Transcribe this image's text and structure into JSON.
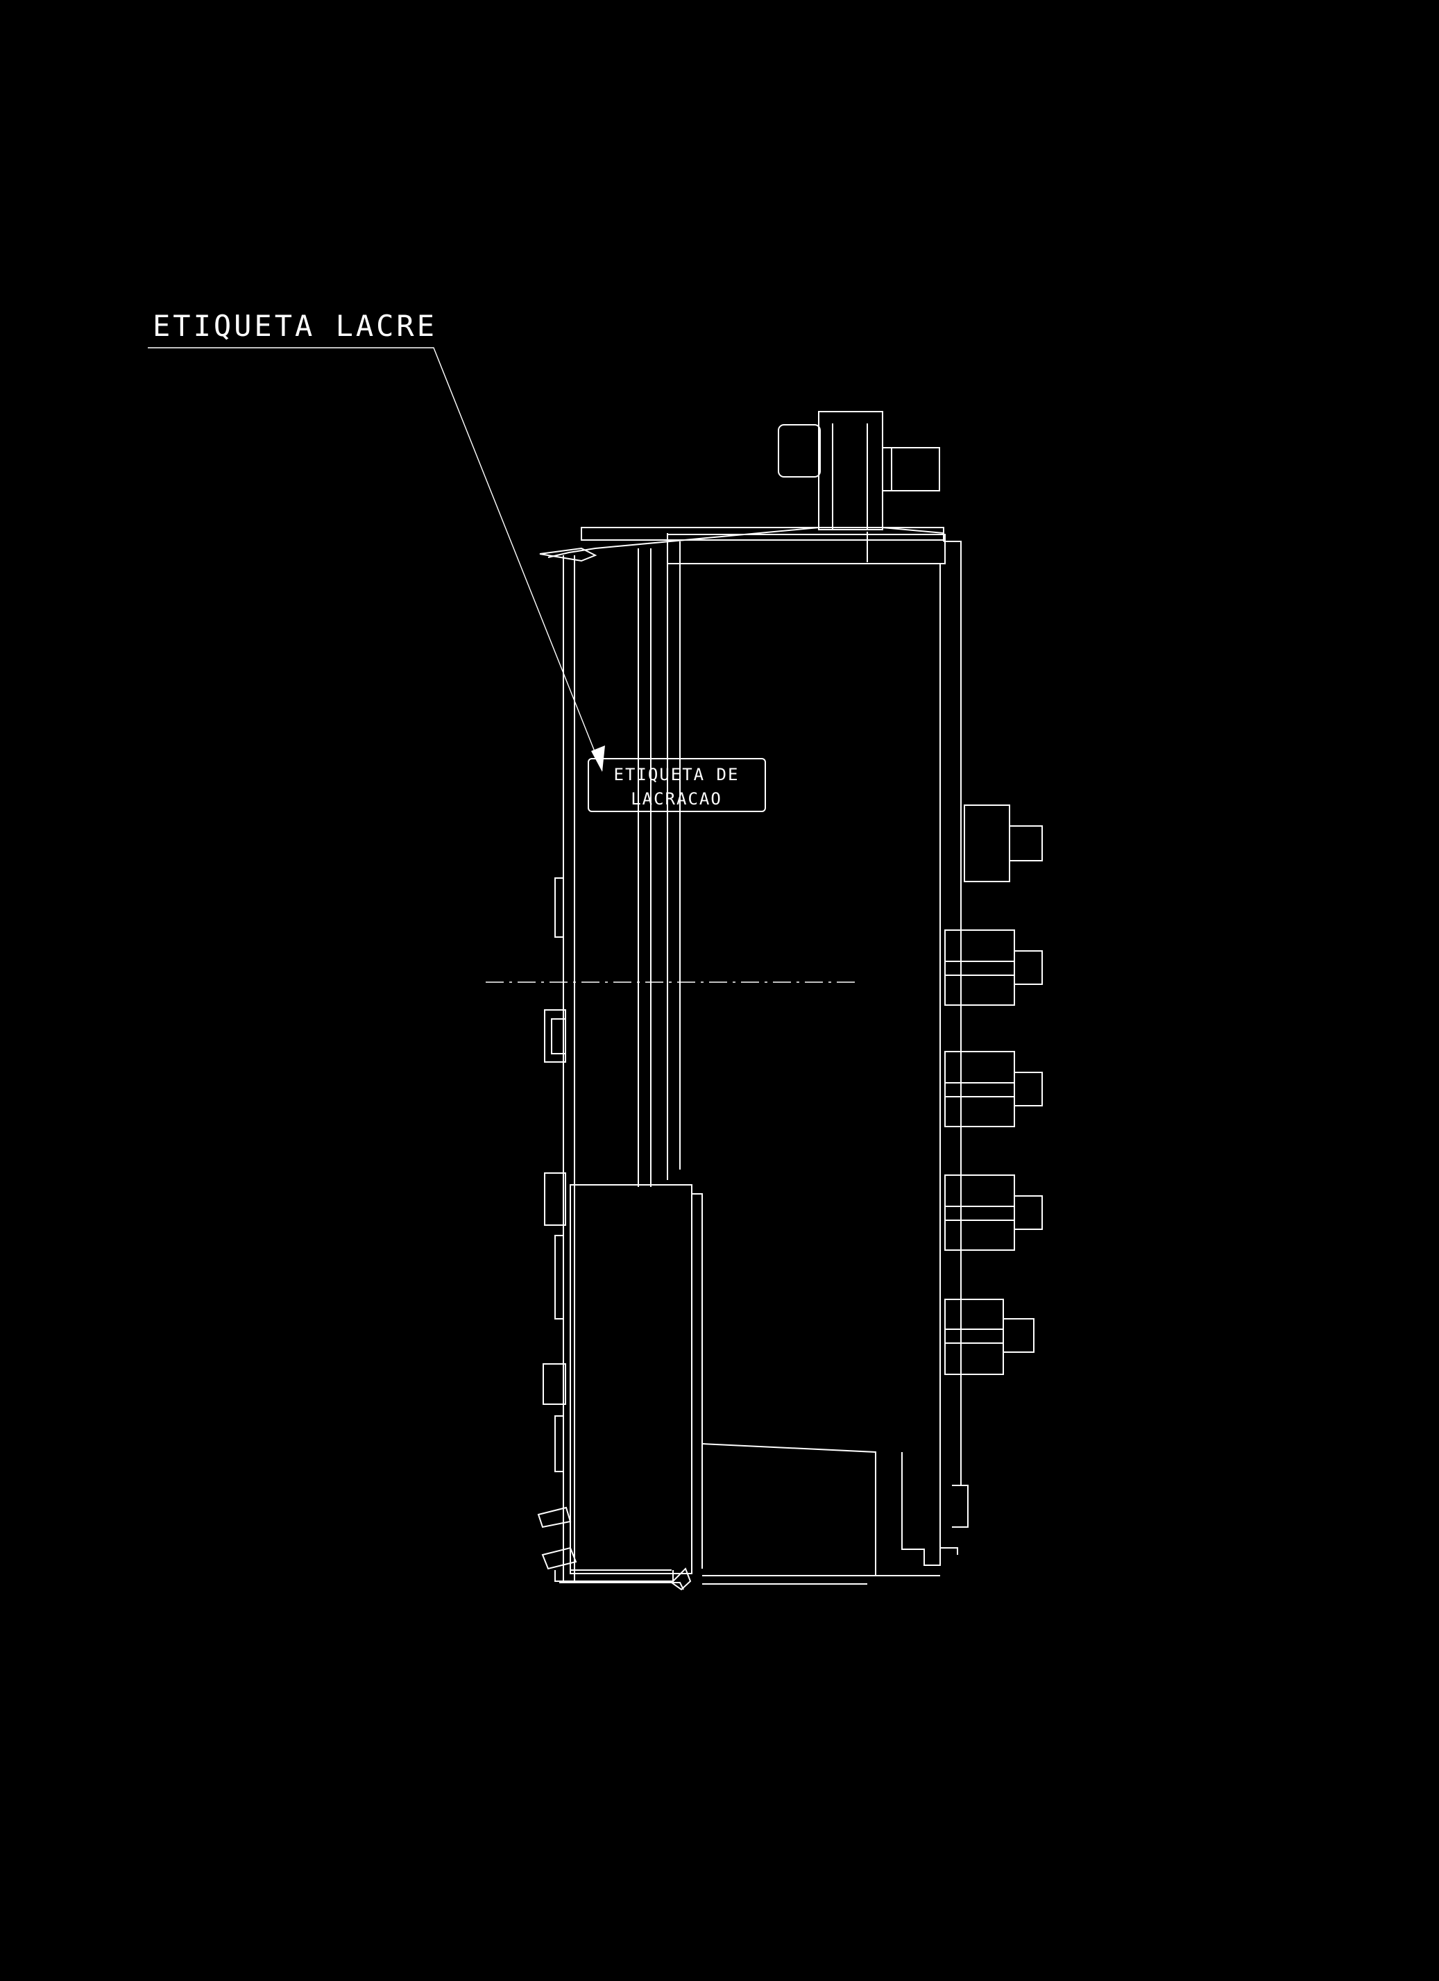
{
  "drawing": {
    "background_color": "#000000",
    "line_color": "#ffffff",
    "callout_label": "ETIQUETA LACRE",
    "seal_label": {
      "line1": "ETIQUETA DE",
      "line2": "LACRACAO"
    }
  }
}
